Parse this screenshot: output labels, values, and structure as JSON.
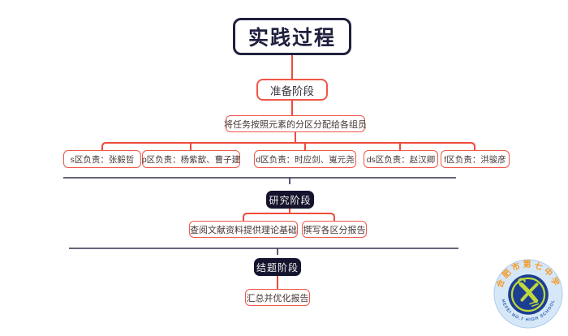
{
  "root": {
    "title": "实践过程"
  },
  "prepare": {
    "stage_label": "准备阶段",
    "task_label": "将任务按照元素的分区分配给各组员",
    "groups": [
      {
        "label": "s区负责：张毅哲"
      },
      {
        "label": "p区负责：杨紫歆、曹子建"
      },
      {
        "label": "d区负责：时应剑、嵬元尧"
      },
      {
        "label": "ds区负责：赵汉卿"
      },
      {
        "label": "f区负责：洪骏彦"
      }
    ]
  },
  "research": {
    "stage_label": "研究阶段",
    "children": [
      {
        "label": "查阅文献资料提供理论基础"
      },
      {
        "label": "撰写各区分报告"
      }
    ]
  },
  "conclusion": {
    "stage_label": "结题阶段",
    "child_label": "汇总并优化报告"
  },
  "logo": {
    "school_name_cn": "合肥市第七中学",
    "school_name_en": "HEFEI NO.7 HIGH SCHOOL"
  },
  "colors": {
    "connector_red": "#ee4b3a",
    "node_border_red": "#ef5749",
    "dark_navy": "#14142e",
    "divider_dark": "#32324e",
    "logo_orange": "#f59a23",
    "logo_blue": "#2f5eae",
    "logo_green": "#bfd83c",
    "logo_center_blue": "#1c3e92",
    "logo_bg_blue": "#d6e8f8"
  }
}
